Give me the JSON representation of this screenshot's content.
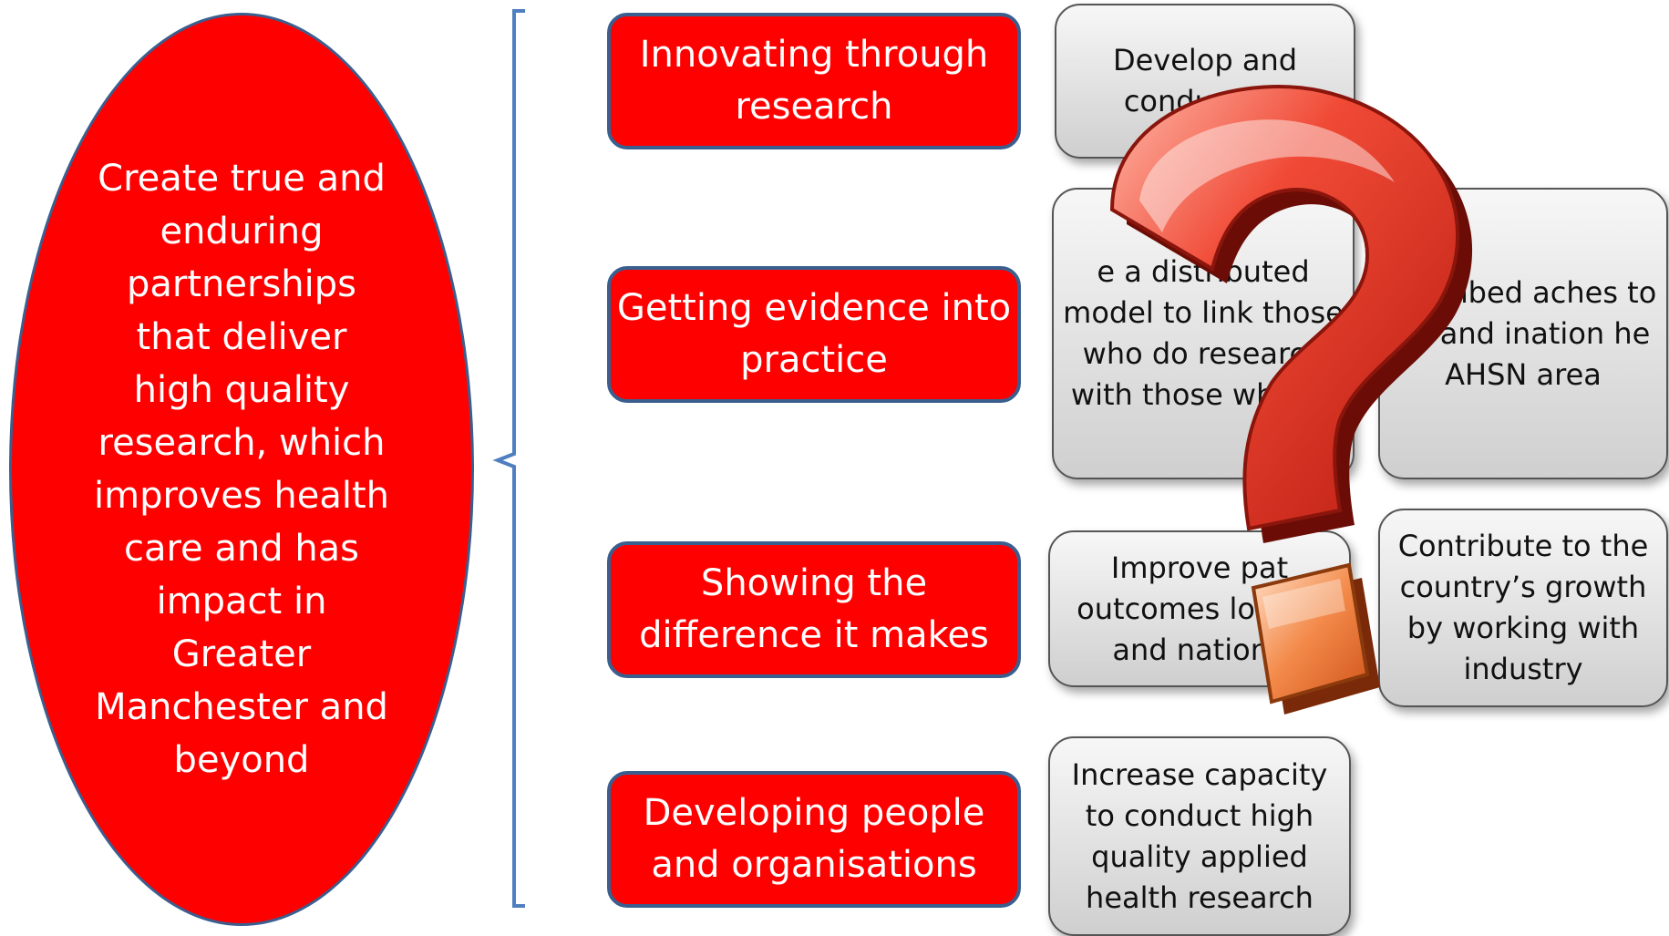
{
  "goal": {
    "text": "Create true and enduring partnerships that deliver high quality research, which improves health care and has impact in Greater Manchester and beyond"
  },
  "themes": [
    {
      "label": "Innovating through research"
    },
    {
      "label": "Getting evidence into practice"
    },
    {
      "label": "Showing the difference it makes"
    },
    {
      "label": "Developing people and organisations"
    }
  ],
  "objectives": [
    {
      "text": "Develop and conduct he"
    },
    {
      "text": "e a distributed model to link those who do research with those who us"
    },
    {
      "text": "& embed aches to ch and ination he AHSN area"
    },
    {
      "text": "Improve pat outcomes locally and nationa"
    },
    {
      "text": "Contribute to the country’s growth by working with industry"
    },
    {
      "text": "Increase capacity to conduct high quality applied health research"
    }
  ],
  "colors": {
    "theme_fill": "#ff0000",
    "theme_border": "#3a5f8f",
    "objective_fill": "#dcdcdc",
    "question_mark": "#e8342b"
  },
  "icons": {
    "overlay": "question-mark-icon"
  }
}
